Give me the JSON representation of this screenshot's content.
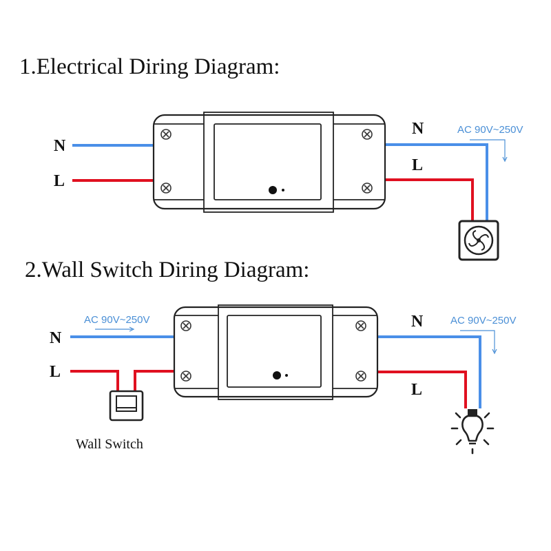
{
  "diagram1": {
    "title": "1.Electrical Diring Diagram:",
    "input_n": "N",
    "input_l": "L",
    "output_n": "N",
    "output_l": "L",
    "ac_label": "AC 90V~250V"
  },
  "diagram2": {
    "title": "2.Wall Switch Diring Diagram:",
    "input_n": "N",
    "input_l": "L",
    "output_n": "N",
    "output_l": "L",
    "ac_label_input": "AC 90V~250V",
    "ac_label_output": "AC 90V~250V",
    "wall_switch_label": "Wall Switch"
  },
  "colors": {
    "neutral_wire": "#4a8fe8",
    "live_wire": "#e01020",
    "ac_text": "#4a8fd6"
  },
  "icons": [
    "fan-icon",
    "light-bulb-icon",
    "wall-switch-icon",
    "screw-terminal-icon",
    "led-indicator-icon"
  ]
}
